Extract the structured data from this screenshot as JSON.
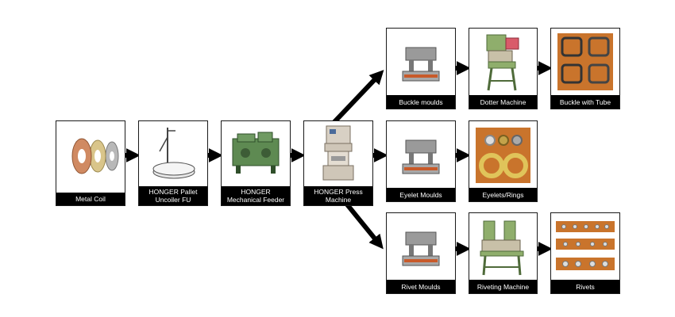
{
  "colors": {
    "arrow": "#000000",
    "caption_bg": "#000000",
    "caption_text": "#ffffff",
    "machine_green": "#5e8a52"
  },
  "nodes": {
    "metal_coil": {
      "label": "Metal Coil",
      "icon": "metal-coil-image"
    },
    "uncoiler": {
      "label_line1": "HONGER Pallet",
      "label_line2": "Uncoiler FU",
      "icon": "uncoiler-image"
    },
    "feeder": {
      "label_line1": "HONGER",
      "label_line2": "Mechanical Feeder",
      "icon": "feeder-image"
    },
    "press": {
      "label_line1": "HONGER Press",
      "label_line2": "Machine",
      "icon": "press-machine-image"
    },
    "buckle_moulds": {
      "label": "Buckle moulds",
      "icon": "mould-image"
    },
    "dotter": {
      "label": "Dotter Machine",
      "icon": "dotter-machine-image"
    },
    "buckle_tube": {
      "label": "Buckle with Tube",
      "icon": "buckle-image"
    },
    "eyelet_moulds": {
      "label": "Eyelet Moulds",
      "icon": "mould-image"
    },
    "eyelets": {
      "label": "Eyelets/Rings",
      "icon": "eyelets-image"
    },
    "rivet_moulds": {
      "label": "Rivet Moulds",
      "icon": "mould-image"
    },
    "riveting": {
      "label": "Riveting Machine",
      "icon": "riveting-machine-image"
    },
    "rivets": {
      "label": "Rivets",
      "icon": "rivets-image"
    }
  }
}
